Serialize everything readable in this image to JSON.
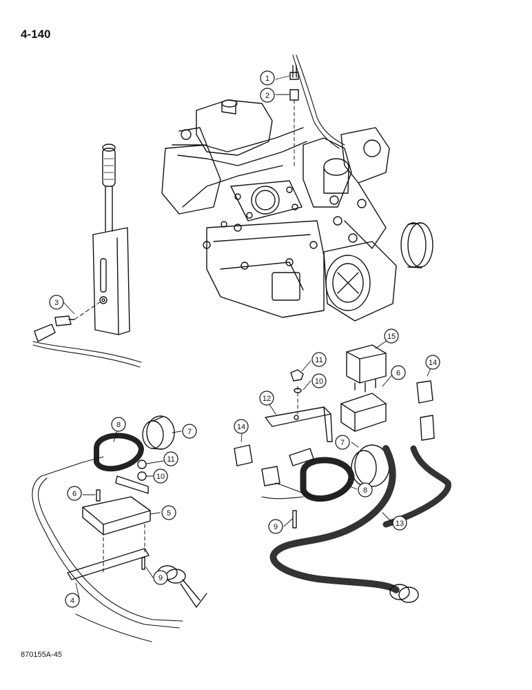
{
  "page_number": "4-140",
  "drawing_code": "870155A-45",
  "callouts": [
    {
      "id": "callout-1",
      "text": "1"
    },
    {
      "id": "callout-2",
      "text": "2"
    },
    {
      "id": "callout-3",
      "text": "3"
    },
    {
      "id": "callout-4",
      "text": "4"
    },
    {
      "id": "callout-5",
      "text": "5"
    },
    {
      "id": "callout-6-left",
      "text": "6"
    },
    {
      "id": "callout-6-right",
      "text": "6"
    },
    {
      "id": "callout-7-left",
      "text": "7"
    },
    {
      "id": "callout-7-right",
      "text": "7"
    },
    {
      "id": "callout-8-left",
      "text": "8"
    },
    {
      "id": "callout-8-right",
      "text": "8"
    },
    {
      "id": "callout-9-left",
      "text": "9"
    },
    {
      "id": "callout-9-right",
      "text": "9"
    },
    {
      "id": "callout-10-left",
      "text": "10"
    },
    {
      "id": "callout-10-right",
      "text": "10"
    },
    {
      "id": "callout-11-left",
      "text": "11"
    },
    {
      "id": "callout-11-right",
      "text": "11"
    },
    {
      "id": "callout-12",
      "text": "12"
    },
    {
      "id": "callout-13",
      "text": "13"
    },
    {
      "id": "callout-14-left",
      "text": "14"
    },
    {
      "id": "callout-14-right",
      "text": "14"
    },
    {
      "id": "callout-15",
      "text": "15"
    }
  ]
}
